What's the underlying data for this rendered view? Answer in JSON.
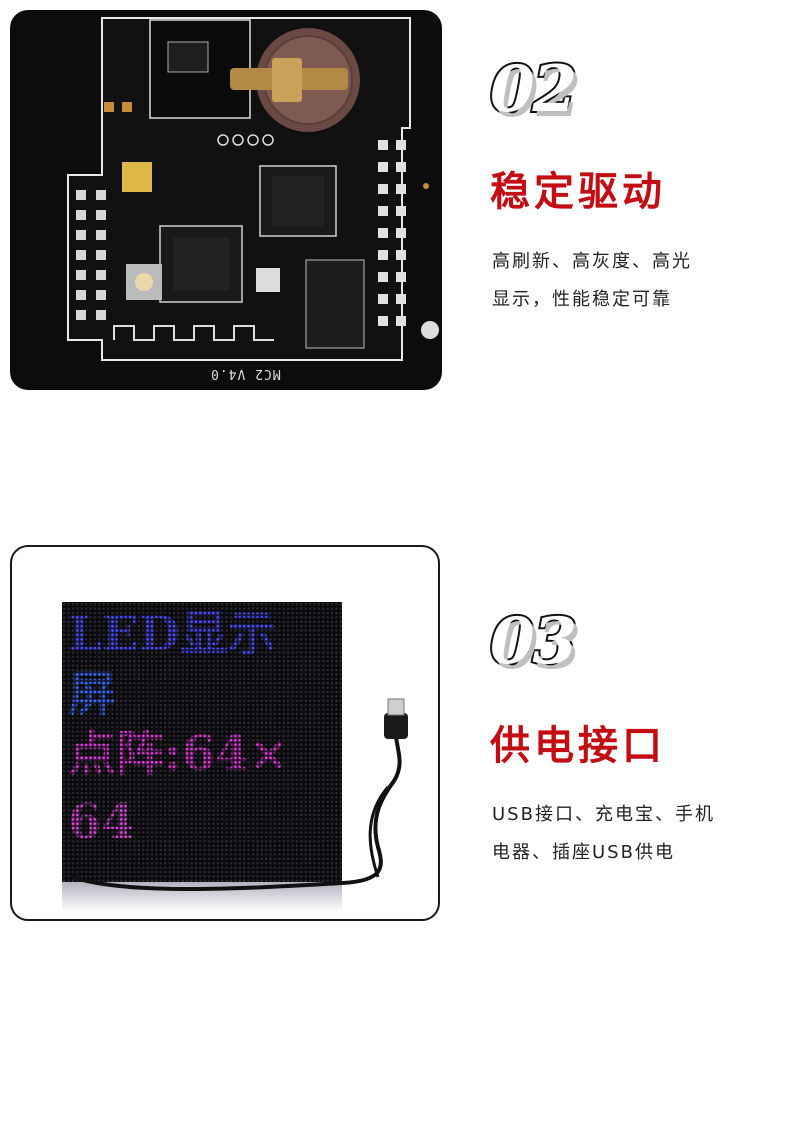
{
  "section1": {
    "number": "02",
    "title": "稳定驱动",
    "desc_lines": [
      "高刷新、高灰度、高光",
      "显示，性能稳定可靠"
    ],
    "board_label": "MC2 V4.0",
    "colors": {
      "title": "#c40d12",
      "card_bg": "#0c0c0c"
    }
  },
  "section2": {
    "number": "03",
    "title": "供电接口",
    "desc_lines": [
      "USB接口、充电宝、手机",
      "电器、插座USB供电"
    ],
    "led_lines": [
      "LED显示",
      "屏",
      "点阵:64×",
      "64"
    ],
    "colors": {
      "led_blue": "#4a4cff",
      "led_magenta": "#e03ad8"
    }
  }
}
